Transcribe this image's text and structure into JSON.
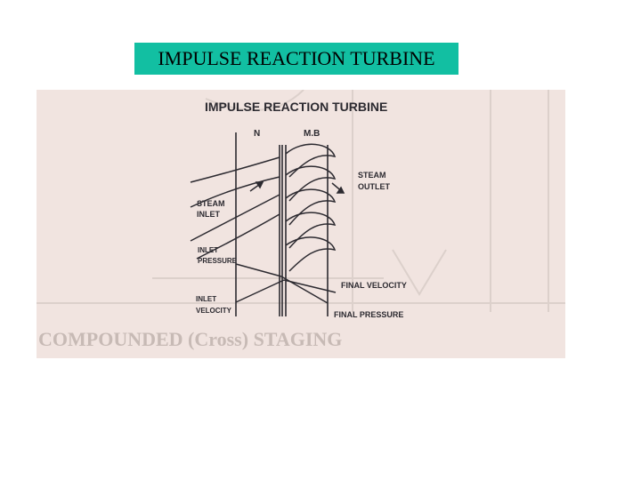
{
  "slide": {
    "title": "IMPULSE REACTION TURBINE"
  },
  "figure": {
    "heading": "IMPULSE REACTION TURBINE",
    "labels": {
      "nozzle": "N",
      "moving_blades": "M.B",
      "steam_outlet_1": "STEAM",
      "steam_outlet_2": "OUTLET",
      "steam_inlet_1": "STEAM",
      "steam_inlet_2": "INLET",
      "inlet_pressure_1": "INLET",
      "inlet_pressure_2": "PRESSURE",
      "final_velocity": "FINAL VELOCITY",
      "inlet_velocity_1": "INLET",
      "inlet_velocity_2": "VELOCITY",
      "final_pressure": "FINAL PRESSURE"
    },
    "bleed_through_text": "COMPOUNDED (Cross) STAGING"
  },
  "colors": {
    "title_background": "#12bfa2",
    "paper": "#f1e4e0",
    "ink": "#2c2a30"
  }
}
